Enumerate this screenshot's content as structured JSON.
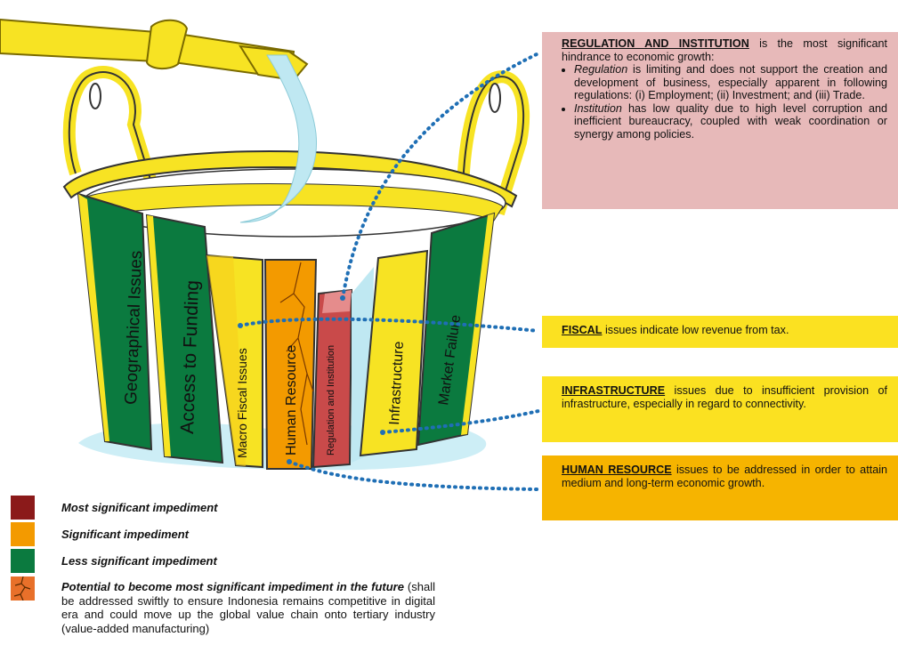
{
  "colors": {
    "most_significant": "#8b1a1a",
    "significant": "#f39a00",
    "less_significant": "#0b7a3f",
    "yellow": "#f7e323",
    "water": "#bfe8f2",
    "regulation_box": "#e7b9b9",
    "fiscal_box": "#fbe121",
    "hr_box": "#f6b400",
    "dotted_line": "#1f6fb5"
  },
  "staves": [
    {
      "label": "Geographical Issues"
    },
    {
      "label": "Access to Funding"
    },
    {
      "label": "Macro Fiscal Issues"
    },
    {
      "label": "Human Resource"
    },
    {
      "label": "Regulation and Institution"
    },
    {
      "label": "Infrastructure"
    },
    {
      "label": "Market Failure"
    }
  ],
  "boxes": {
    "regulation": {
      "keyword": "REGULATION AND INSTITUTION",
      "intro": " is the most significant hindrance to economic growth:",
      "bullet1_em": "Regulation",
      "bullet1": " is limiting and does not support the creation and development of business, especially apparent in following regulations: (i) Employment; (ii) Investment; and (iii) Trade.",
      "bullet2_em": "Institution",
      "bullet2": " has low quality due to high level corruption and inefficient bureaucracy, coupled with weak coordination or synergy among policies."
    },
    "fiscal": {
      "keyword": "FISCAL",
      "text": " issues indicate low revenue from tax."
    },
    "infrastructure": {
      "keyword": "INFRASTRUCTURE",
      "text": " issues due to insufficient provision of infrastructure, especially in regard to connectivity."
    },
    "human_resource": {
      "keyword": "HUMAN RESOURCE",
      "text": " issues to be addressed in order to attain medium and long-term economic growth."
    }
  },
  "legend": {
    "most": "Most significant impediment",
    "significant": "Significant impediment",
    "less": "Less significant impediment",
    "potential_bold": "Potential to become most significant impediment in the future",
    "potential_note": " (shall be addressed swiftly to ensure Indonesia remains competitive in digital era and could move up the global value chain onto tertiary industry (value-added manufacturing)"
  }
}
